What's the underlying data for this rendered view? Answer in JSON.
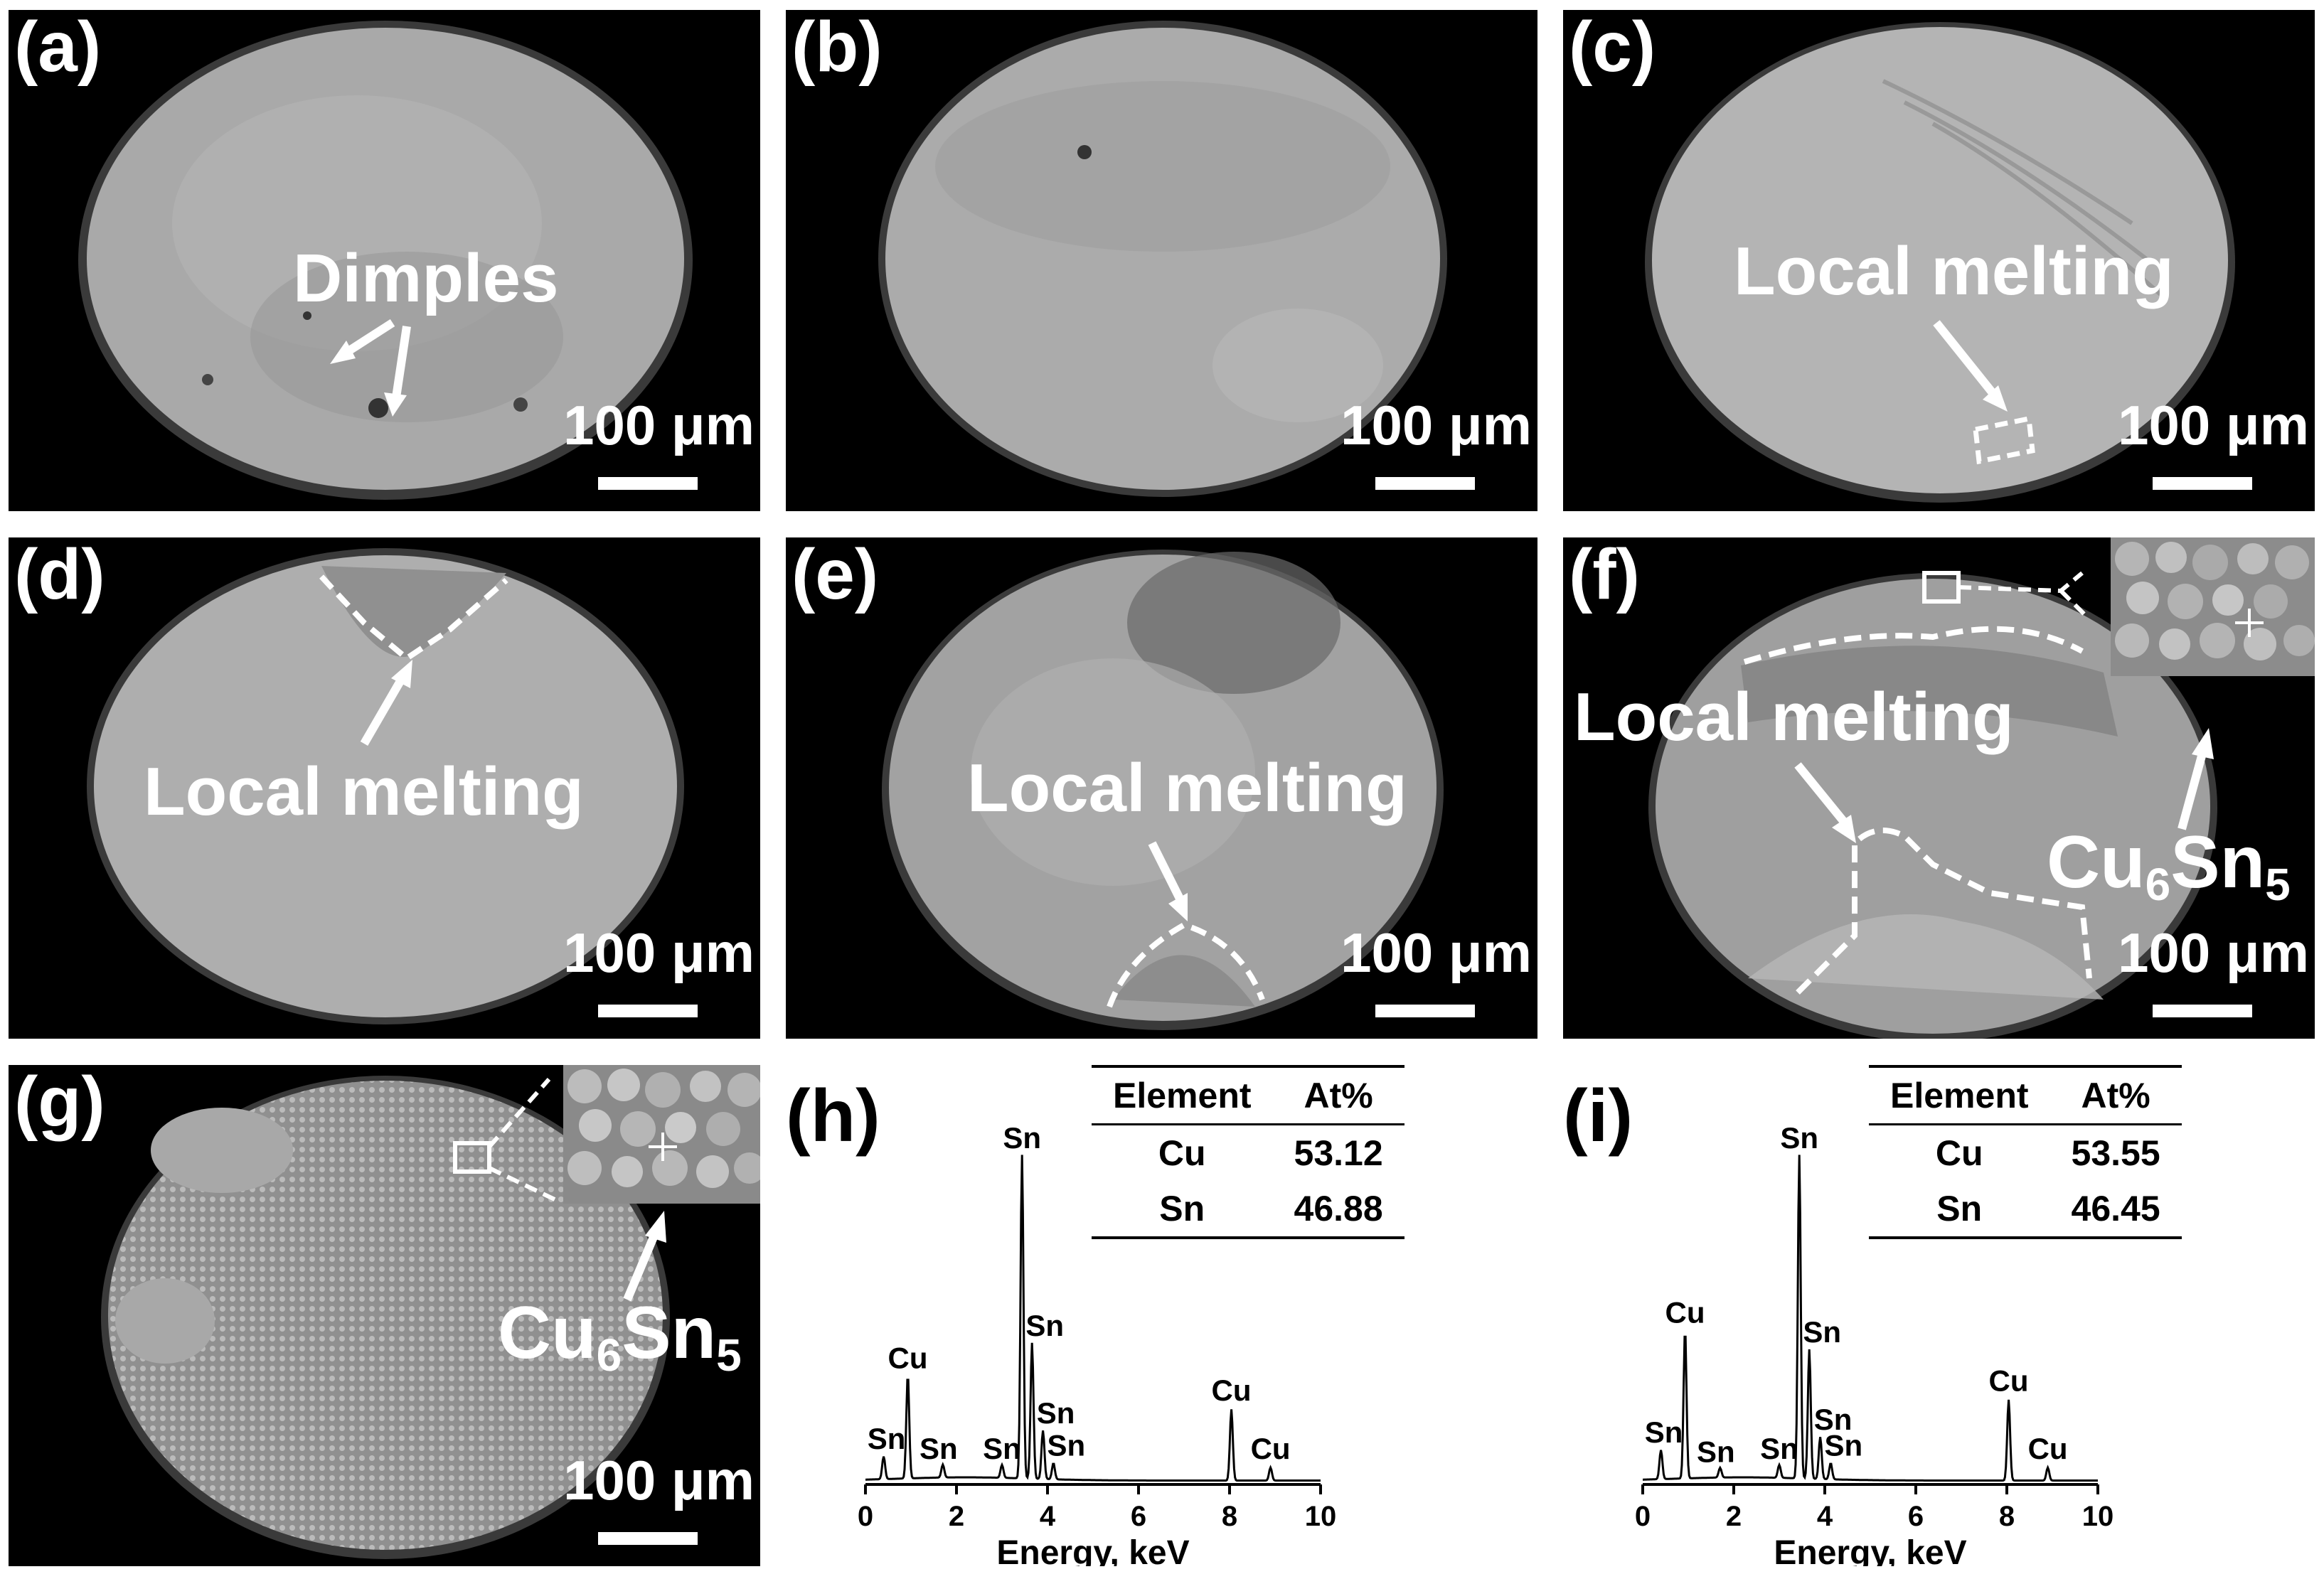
{
  "panels": {
    "a": {
      "label": "(a)",
      "annotation": "Dimples",
      "scale": "100 μm"
    },
    "b": {
      "label": "(b)",
      "scale": "100 μm"
    },
    "c": {
      "label": "(c)",
      "annotation": "Local melting",
      "scale": "100 μm"
    },
    "d": {
      "label": "(d)",
      "annotation": "Local melting",
      "scale": "100 μm"
    },
    "e": {
      "label": "(e)",
      "annotation": "Local melting",
      "scale": "100 μm"
    },
    "f": {
      "label": "(f)",
      "annotation": "Local melting",
      "phase": {
        "base": "Cu",
        "sub1": "6",
        "mid": "Sn",
        "sub2": "5"
      },
      "scale": "100 μm"
    },
    "g": {
      "label": "(g)",
      "phase": {
        "base": "Cu",
        "sub1": "6",
        "mid": "Sn",
        "sub2": "5"
      },
      "scale": "100 μm"
    }
  },
  "eds": {
    "h": {
      "label": "(h)",
      "table": {
        "headers": [
          "Element",
          "At%"
        ],
        "rows": [
          [
            "Cu",
            "53.12"
          ],
          [
            "Sn",
            "46.88"
          ]
        ]
      }
    },
    "i": {
      "label": "(i)",
      "table": {
        "headers": [
          "Element",
          "At%"
        ],
        "rows": [
          [
            "Cu",
            "53.55"
          ],
          [
            "Sn",
            "46.45"
          ]
        ]
      }
    }
  },
  "chart_data": [
    {
      "type": "line",
      "panel": "h",
      "xlabel": "Energy, keV",
      "xlim": [
        0,
        10
      ],
      "xticks": [
        "0",
        "2",
        "4",
        "6",
        "8",
        "10"
      ],
      "peaks": [
        {
          "label": "Sn",
          "x": 0.4,
          "height": 0.07
        },
        {
          "label": "Cu",
          "x": 0.93,
          "height": 0.32
        },
        {
          "label": "Sn",
          "x": 1.7,
          "height": 0.04
        },
        {
          "label": "Sn",
          "x": 3.0,
          "height": 0.04
        },
        {
          "label": "Sn",
          "x": 3.44,
          "height": 1.0
        },
        {
          "label": "Sn",
          "x": 3.66,
          "height": 0.42
        },
        {
          "label": "Sn",
          "x": 3.9,
          "height": 0.15
        },
        {
          "label": "Sn",
          "x": 4.13,
          "height": 0.05
        },
        {
          "label": "Cu",
          "x": 8.04,
          "height": 0.22
        },
        {
          "label": "Cu",
          "x": 8.9,
          "height": 0.04
        }
      ]
    },
    {
      "type": "line",
      "panel": "i",
      "xlabel": "Energy, keV",
      "xlim": [
        0,
        10
      ],
      "xticks": [
        "0",
        "2",
        "4",
        "6",
        "8",
        "10"
      ],
      "peaks": [
        {
          "label": "Sn",
          "x": 0.4,
          "height": 0.09
        },
        {
          "label": "Cu",
          "x": 0.93,
          "height": 0.46
        },
        {
          "label": "Sn",
          "x": 1.7,
          "height": 0.03
        },
        {
          "label": "Sn",
          "x": 3.0,
          "height": 0.04
        },
        {
          "label": "Sn",
          "x": 3.44,
          "height": 1.0
        },
        {
          "label": "Sn",
          "x": 3.66,
          "height": 0.4
        },
        {
          "label": "Sn",
          "x": 3.9,
          "height": 0.13
        },
        {
          "label": "Sn",
          "x": 4.13,
          "height": 0.05
        },
        {
          "label": "Cu",
          "x": 8.04,
          "height": 0.25
        },
        {
          "label": "Cu",
          "x": 8.9,
          "height": 0.04
        }
      ]
    }
  ]
}
